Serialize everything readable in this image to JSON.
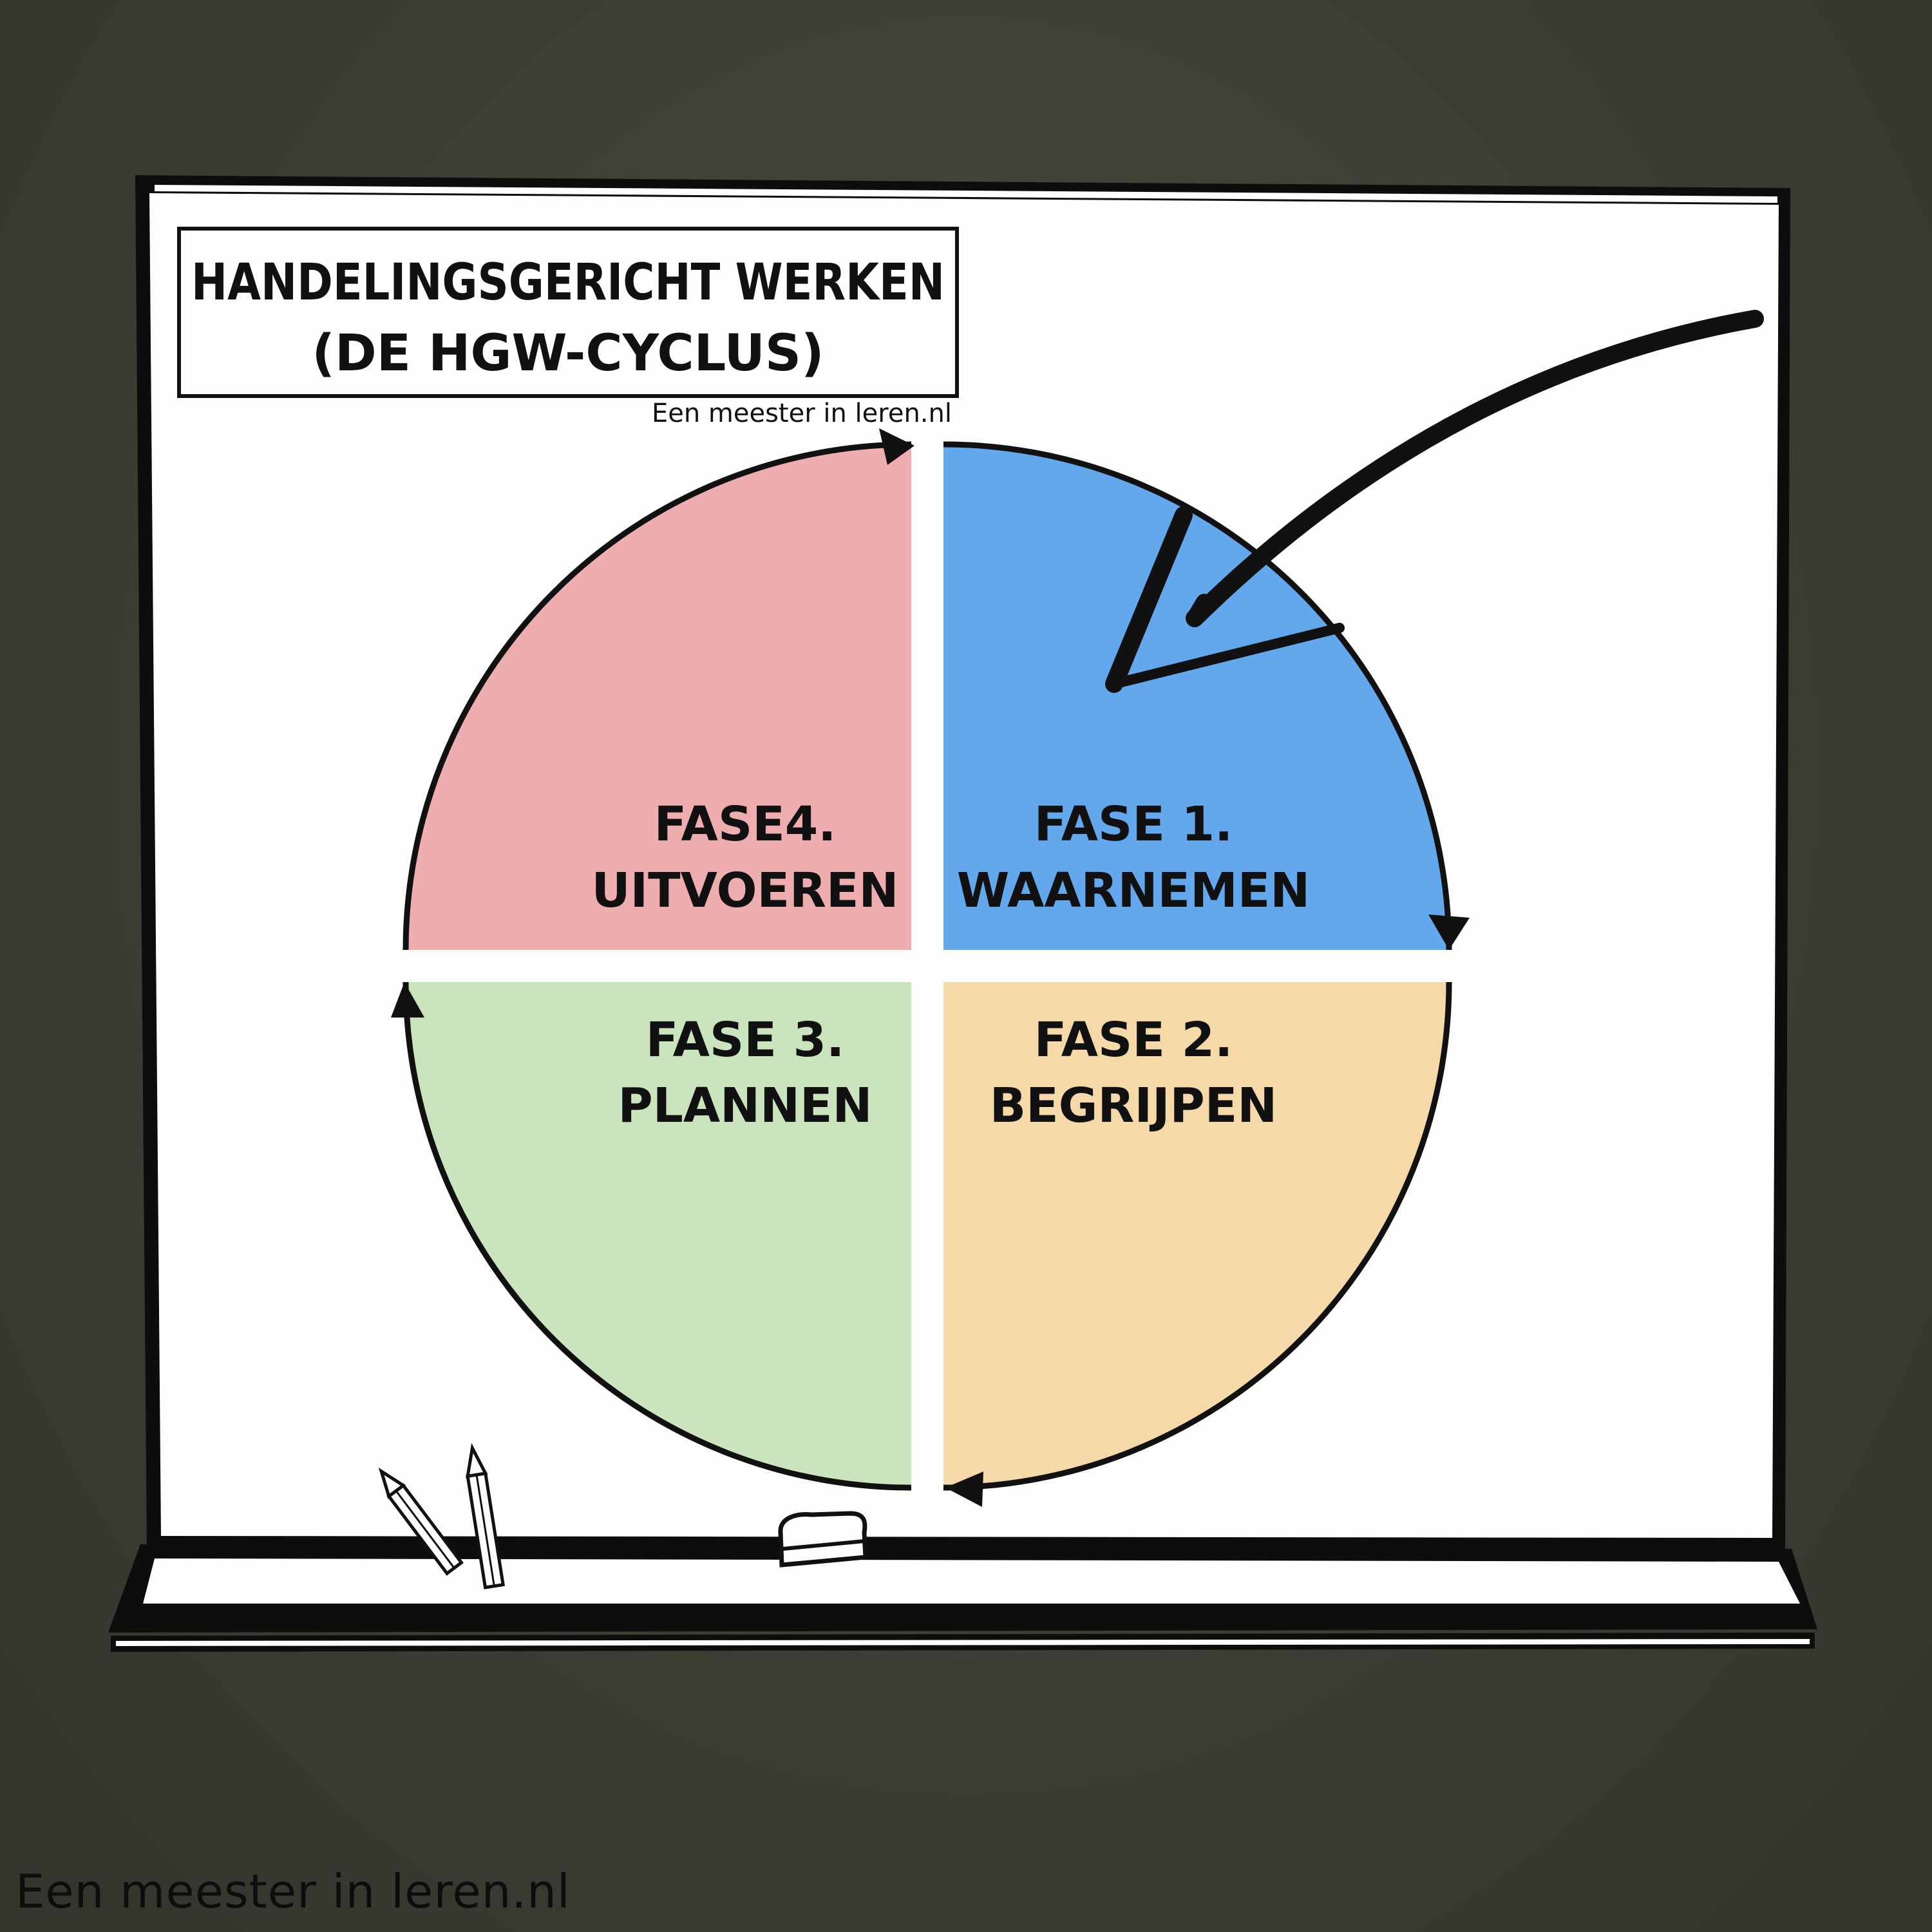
{
  "title": {
    "line1": "HANDELINGSGERICHT WERKEN",
    "line2": "(DE HGW-CYCLUS)"
  },
  "credit_small": "Een meester in leren.nl",
  "credit_footer": "Een meester in leren.nl",
  "phases": [
    {
      "key": "fase1",
      "line1": "FASE 1.",
      "line2": "WAARNEMEN",
      "color": "#63a8ec"
    },
    {
      "key": "fase2",
      "line1": "FASE 2.",
      "line2": "BEGRIJPEN",
      "color": "#f5d9a8"
    },
    {
      "key": "fase3",
      "line1": "FASE 3.",
      "line2": "PLANNEN",
      "color": "#cae5bd"
    },
    {
      "key": "fase4",
      "line1": "FASE4.",
      "line2": "UITVOEREN",
      "color": "#eeadae"
    }
  ],
  "colors": {
    "background": "#3b3d34",
    "board": "#fdfdfb",
    "ink": "#111111"
  },
  "icons": [
    "pointer-arrow-icon",
    "cycle-arrowhead-icon",
    "chalk-pencil-icon",
    "eraser-icon"
  ]
}
